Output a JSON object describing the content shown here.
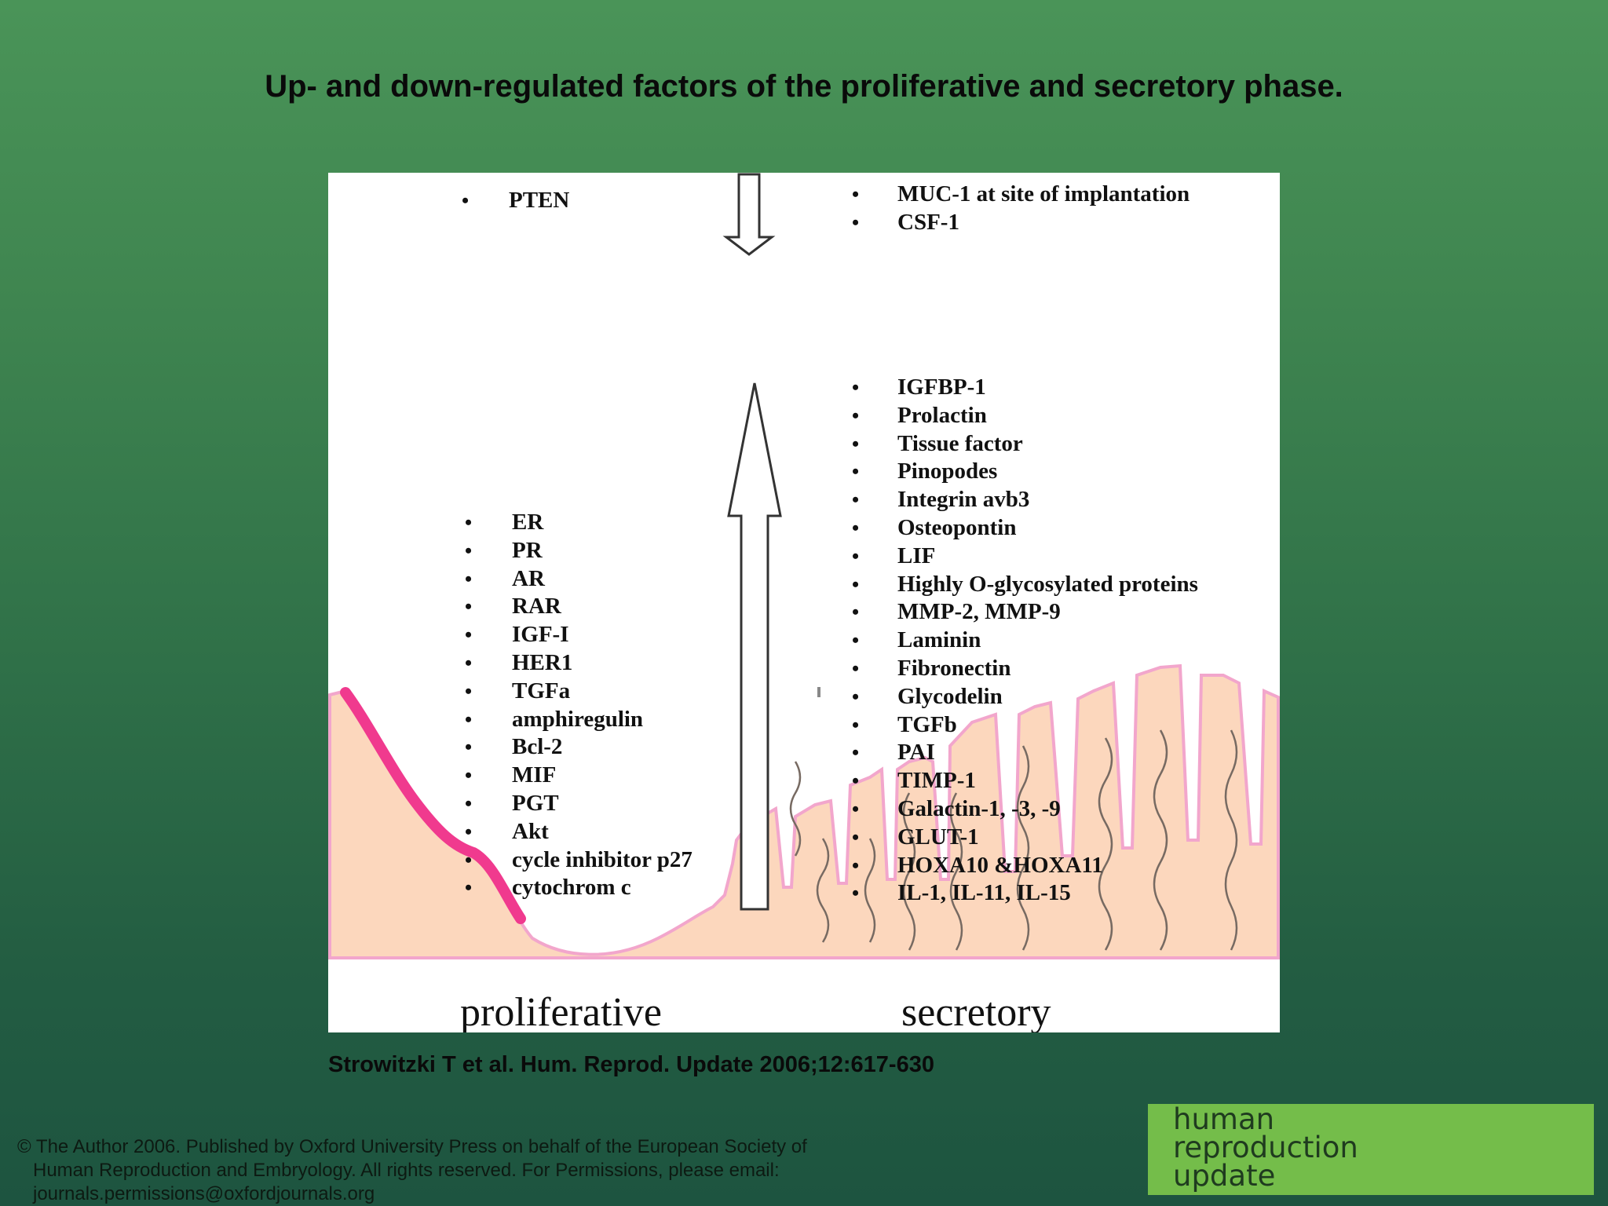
{
  "title": "Up- and down-regulated factors of the proliferative and secretory phase.",
  "figure": {
    "top_left_list": [
      "PTEN"
    ],
    "top_right_list": [
      "MUC-1 at site of implantation",
      "CSF-1"
    ],
    "left_list": [
      "ER",
      "PR",
      "AR",
      "RAR",
      "IGF-I",
      "HER1",
      "TGFa",
      "amphiregulin",
      "Bcl-2",
      "MIF",
      "PGT",
      "Akt",
      "cycle inhibitor p27",
      "cytochrom c"
    ],
    "right_list": [
      "IGFBP-1",
      "Prolactin",
      "Tissue factor",
      "Pinopodes",
      "Integrin avb3",
      "Osteopontin",
      "LIF",
      "Highly O-glycosylated proteins",
      "MMP-2, MMP-9",
      "Laminin",
      "Fibronectin",
      "Glycodelin",
      "TGFb",
      "PAI",
      "TIMP-1",
      "Galactin-1, -3, -9",
      "GLUT-1",
      "HOXA10 &HOXA11",
      "IL-1, IL-11, IL-15"
    ],
    "bullet": "•",
    "phase_left": "proliferative",
    "phase_right": "secretory",
    "colors": {
      "tissue_fill": "#fcd7bd",
      "tissue_edge": "#f2a6cc",
      "epithelium": "#f03a8e",
      "gland_line": "#776a62"
    }
  },
  "citation": "Strowitzki T et al. Hum. Reprod. Update 2006;12:617-630",
  "copyright": [
    "© The Author 2006. Published by Oxford University Press on behalf of the European Society of",
    "Human Reproduction and Embryology. All rights reserved. For Permissions, please email:",
    "journals.permissions@oxfordjournals.org"
  ],
  "logo": {
    "lines": [
      "human",
      "reproduction",
      "update"
    ],
    "background": "#74bd4a"
  }
}
